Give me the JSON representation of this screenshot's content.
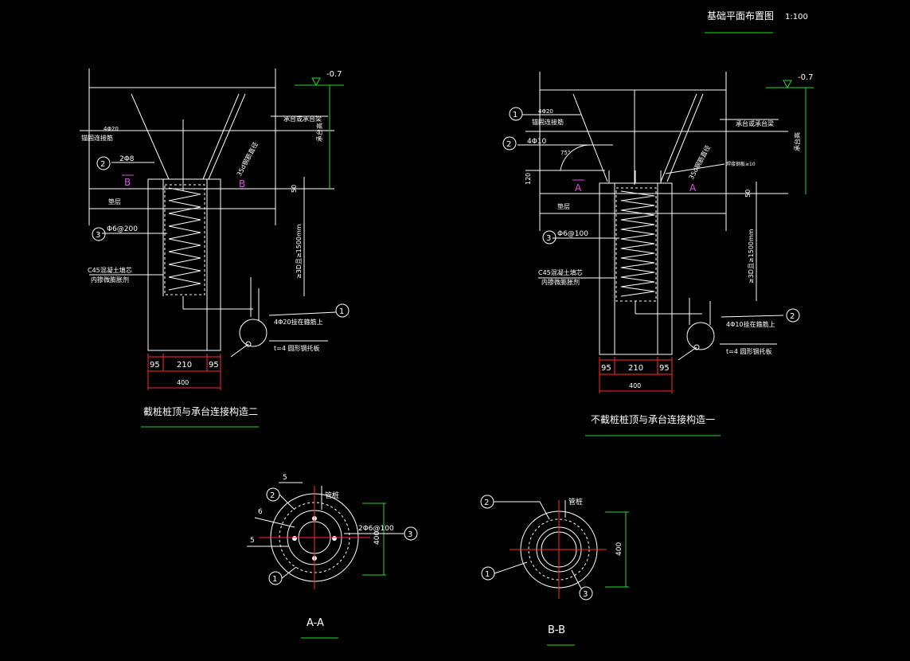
{
  "header": {
    "title": "基础平面布置图",
    "scale": "1:100"
  },
  "detail_left": {
    "title": "截桩桩顶与承台连接构造二",
    "elevation": "-0.7",
    "bars_top": "4Φ20",
    "bars_top_desc": "锚固连接筋",
    "callout2_text": "2Φ8",
    "section_mark": "B",
    "cap_label": "承台或承台梁",
    "cap_height_label": "承台高",
    "anchor_label": "35d钢筋直径",
    "cushion_label": "垫层",
    "dim_50": "50",
    "stirrup_label": "Φ6@200",
    "concrete_label": "C45混凝土填芯",
    "concrete_label2": "内掺微膨胀剂",
    "length_label": "≥3D且≥1500mm",
    "bars_callout": "4Φ20挂在箍筋上",
    "plate_label": "t=4  圆形钢托板",
    "dim_a": "95",
    "dim_b": "210",
    "dim_c": "95",
    "dim_total": "400",
    "callouts": [
      "1",
      "2",
      "3"
    ]
  },
  "detail_right": {
    "title": "不截桩桩顶与承台连接构造一",
    "elevation": "-0.7",
    "bars_top": "4Φ20",
    "bars_top_desc": "锚固连接筋",
    "callout2_text": "4Φ10",
    "angle_text": "75°",
    "dim_120": "120",
    "section_mark": "A",
    "cap_label": "承台或承台梁",
    "cap_height_label": "承台高",
    "anchor_label": "35d钢筋直径",
    "weld_label": "焊接钢板≥10",
    "cushion_label": "垫层",
    "dim_50": "50",
    "stirrup_label": "Φ6@100",
    "concrete_label": "C45混凝土填芯",
    "concrete_label2": "内掺微膨胀剂",
    "length_label": "≥3D且≥1500mm",
    "bars_callout": "4Φ10挂在箍筋上",
    "plate_label": "t=4  圆形钢托板",
    "dim_a": "95",
    "dim_b": "210",
    "dim_c": "95",
    "dim_total": "400",
    "callouts": [
      "1",
      "2",
      "3"
    ]
  },
  "section_aa": {
    "title": "A-A",
    "pipe_label": "管桩",
    "stirrup_label": "2Φ6@100",
    "dim": "400",
    "weld_5a": "5",
    "weld_6": "6",
    "weld_5b": "5",
    "callouts": [
      "1",
      "2",
      "3"
    ]
  },
  "section_bb": {
    "title": "B-B",
    "pipe_label": "管桩",
    "dim": "400",
    "callouts": [
      "1",
      "2",
      "3"
    ]
  },
  "colors": {
    "background": "#000000",
    "lines": "#ffffff",
    "accent_green": "#2bd82b",
    "dim_red": "#ff2b2b",
    "section_magenta": "#e24ce2"
  }
}
